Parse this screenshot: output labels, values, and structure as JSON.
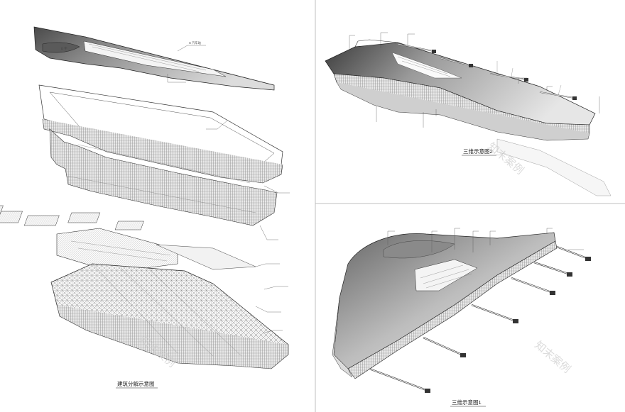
{
  "panels": {
    "exploded": {
      "caption": "建筑分解示意图",
      "roof_text": "D 字",
      "callouts": [
        "S 汽车站",
        "",
        "",
        "",
        "",
        "",
        "",
        "",
        ""
      ]
    },
    "view2": {
      "caption": "三维示意图2",
      "callouts": [
        "",
        "",
        "",
        "",
        "",
        "",
        "",
        "",
        ""
      ]
    },
    "view1": {
      "caption": "三维示意图1",
      "callouts": [
        "",
        "",
        "",
        "",
        "",
        "",
        ""
      ]
    }
  },
  "watermark": "知末案例"
}
